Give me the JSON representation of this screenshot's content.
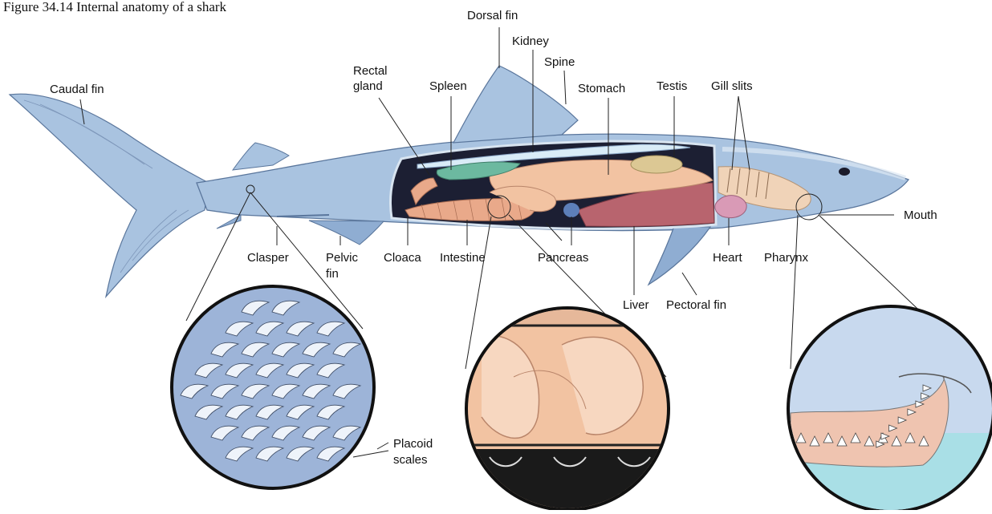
{
  "caption_partial": "Figure 34.14 Internal anatomy of a shark",
  "labels": {
    "dorsal_fin": "Dorsal fin",
    "kidney": "Kidney",
    "spine": "Spine",
    "rectal_gland": [
      "Rectal",
      "gland"
    ],
    "spleen": "Spleen",
    "stomach": "Stomach",
    "testis": "Testis",
    "gill_slits": "Gill slits",
    "caudal_fin": "Caudal fin",
    "mouth": "Mouth",
    "clasper": "Clasper",
    "pelvic_fin": [
      "Pelvic",
      "fin"
    ],
    "cloaca": "Cloaca",
    "intestine": "Intestine",
    "pancreas": "Pancreas",
    "heart": "Heart",
    "pharynx": "Pharynx",
    "liver": "Liver",
    "pectoral_fin": "Pectoral fin",
    "placoid_scales": [
      "Placoid",
      "scales"
    ]
  },
  "colors": {
    "body": "#a9c3e0",
    "body_dark": "#6f8fb8",
    "cavity": "#1c1f33",
    "liver": "#b8646e",
    "stomach": "#f2c3a2",
    "spleen": "#6cb9a0",
    "kidney": "#d9ecf7",
    "testis": "#dcc894",
    "intestine": "#e9a98a",
    "heart": "#d99ab6",
    "pancreas": "#5d7fb9",
    "scale_bg": "#9db4d8",
    "water": "#a9dfe6"
  }
}
